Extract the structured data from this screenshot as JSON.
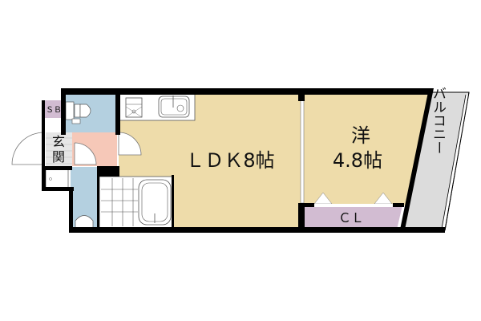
{
  "floor_plan": {
    "rooms": {
      "ldk": {
        "label": "ＬＤＫ8帖",
        "color": "#eedcaa"
      },
      "western": {
        "label_line1": "洋",
        "label_line2": "4.8帖",
        "color": "#eedcaa"
      },
      "closet": {
        "label": "ＣＬ",
        "color": "#d2bcd2"
      },
      "balcony": {
        "label": "バルコニー",
        "color": "#dcdcdc"
      },
      "entrance": {
        "label_line1": "玄",
        "label_line2": "関",
        "color": "#e6e6e6"
      },
      "shoe_box": {
        "label": "ＳＢ",
        "color": "#d2bcd2"
      },
      "toilet": {
        "color": "#b4d0e0"
      },
      "hall": {
        "color": "#f6c8b8"
      },
      "washroom": {
        "color": "#b4d0e0"
      },
      "bathroom": {
        "color": "#ffffff"
      }
    },
    "colors": {
      "wall": "#000000",
      "fixture_line": "#555555"
    }
  }
}
